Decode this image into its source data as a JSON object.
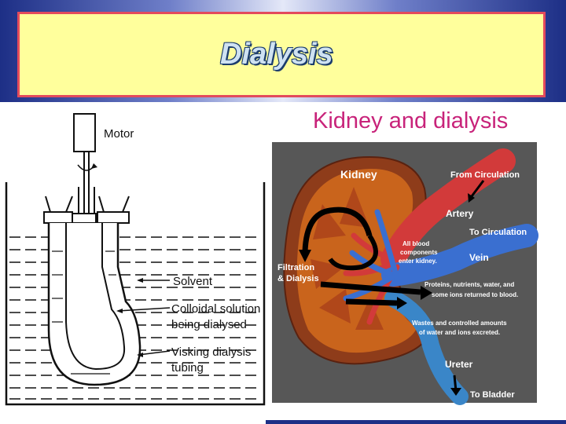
{
  "slide": {
    "title": "Dialysis"
  },
  "left_diagram": {
    "labels": {
      "motor": "Motor",
      "solvent": "Solvent",
      "colloidal_line1": "Colloidal solution",
      "colloidal_line2": "being dialysed",
      "visking_line1": "Visking dialysis",
      "visking_line2": "tubing"
    }
  },
  "right_diagram": {
    "heading": "Kidney and dialysis",
    "labels": {
      "kidney": "Kidney",
      "from_circulation": "From Circulation",
      "artery": "Artery",
      "to_circulation": "To Circulation",
      "vein": "Vein",
      "all_blood_1": "All blood",
      "all_blood_2": "components",
      "all_blood_3": "enter kidney.",
      "filtration_1": "Filtration",
      "filtration_2": "& Dialysis",
      "proteins_1": "Proteins, nutrients, water, and",
      "proteins_2": "some ions returned to blood.",
      "wastes_1": "Wastes and controlled amounts",
      "wastes_2": "of water and ions excreted.",
      "ureter": "Ureter",
      "to_bladder": "To Bladder"
    }
  },
  "colors": {
    "title_box_bg": "#ffff9c",
    "title_box_border": "#e34b5c",
    "heading_color": "#c8237a",
    "artery": "#d23a3a",
    "vein": "#3a6fd0",
    "ureter": "#3a86c8"
  }
}
